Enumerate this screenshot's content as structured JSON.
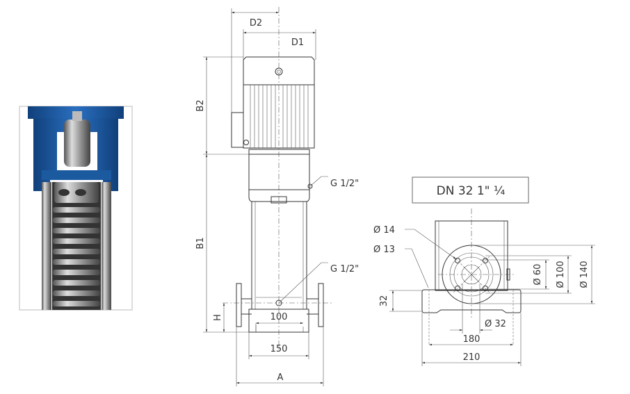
{
  "photo": {
    "description_label": "pump-cutaway-photo"
  },
  "front_view": {
    "dimensions": {
      "d2": "D2",
      "d1": "D1",
      "b2": "B2",
      "b1": "B1",
      "h": "H",
      "base_inner": "100",
      "base_outer": "150",
      "a": "A"
    },
    "callouts": {
      "upper_port": "G 1/2\"",
      "lower_port": "G 1/2\""
    }
  },
  "side_view": {
    "flange_title": "DN 32 1\" ¼",
    "callouts": {
      "hole_14": "Ø 14",
      "hole_13": "Ø 13"
    },
    "dimensions": {
      "dia_60": "Ø 60",
      "dia_100": "Ø 100",
      "dia_140": "Ø 140",
      "height_32": "32",
      "dia_32": "Ø 32",
      "width_180": "180",
      "width_210": "210"
    }
  },
  "colors": {
    "pump_blue": "#1f5fa8",
    "line": "#333333"
  }
}
